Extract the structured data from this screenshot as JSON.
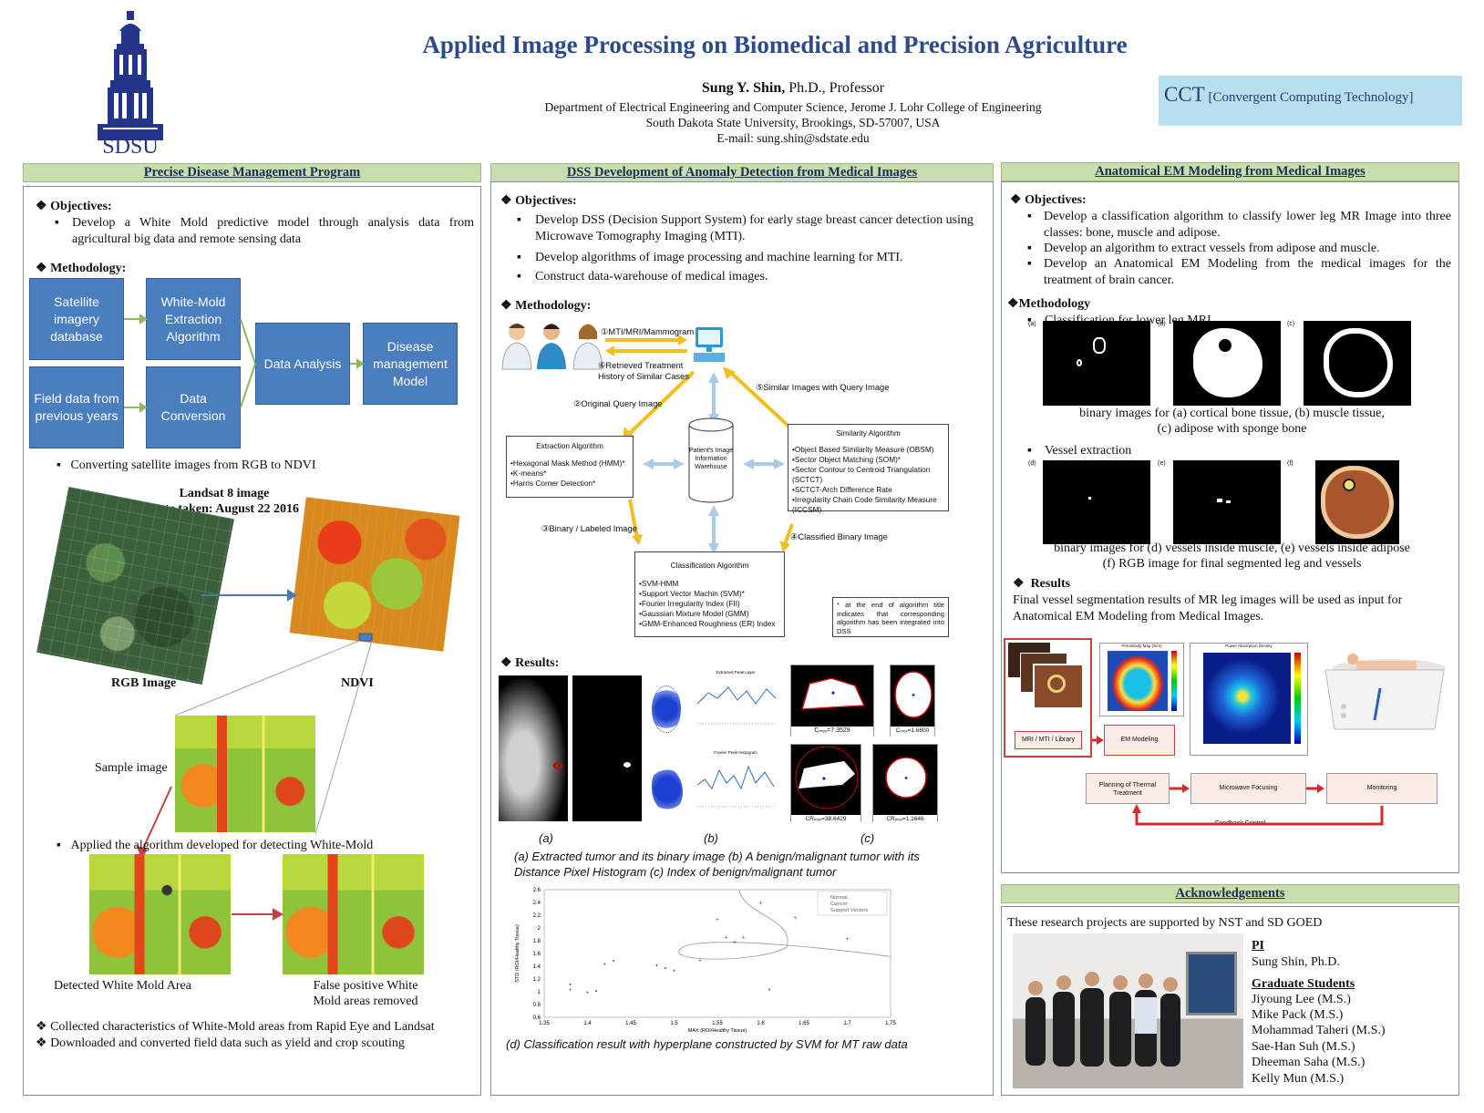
{
  "header": {
    "logo_text": "SDSU",
    "title": "Applied Image Processing on Biomedical and Precision Agriculture",
    "author_name": "Sung Y. Shin,",
    "author_rest": " Ph.D., Professor",
    "dept": "Department of Electrical Engineering and Computer Science, Jerome J. Lohr College of Engineering",
    "univ": "South Dakota State University, Brookings, SD-57007, USA",
    "email": "E-mail: sung.shin@sdstate.edu",
    "cct_short": "CCT",
    "cct_long": " [Convergent Computing Technology]"
  },
  "left": {
    "section_title": "Precise Disease Management Program",
    "obj_heading": "Objectives:",
    "obj_text": "Develop a White Mold predictive model through analysis data from agricultural big data and remote sensing data",
    "meth_heading": "Methodology:",
    "flow": {
      "satellite": "Satellite imagery database",
      "wm_extraction": "White-Mold Extraction Algorithm",
      "field_data": "Field data from previous years",
      "data_conversion": "Data Conversion",
      "data_analysis": "Data Analysis",
      "disease_model": "Disease management Model"
    },
    "bullet_ndvi": "Converting satellite images from RGB to NDVI",
    "landsat_line1": "Landsat 8 image",
    "landsat_line2": "Date taken: August 22 2016",
    "rgb_label": "RGB Image",
    "ndvi_label": "NDVI",
    "sample_label": "Sample image",
    "applied_bullet": "Applied the   algorithm developed for detecting White-Mold",
    "detected_label": "Detected White Mold Area",
    "false_label_1": "False positive White",
    "false_label_2": "Mold areas removed",
    "collected": "Collected characteristics of White-Mold areas from Rapid Eye and Landsat",
    "downloaded": "Downloaded and converted field data such as yield and crop scouting"
  },
  "middle": {
    "section_title": "DSS Development of Anomaly Detection from Medical Images",
    "obj_heading": "Objectives:",
    "obj_items": [
      "Develop DSS (Decision Support System) for early stage breast cancer detection using Microwave Tomography Imaging (MTI).",
      "Develop algorithms of image processing and machine learning for MTI.",
      "Construct data-warehouse of medical images."
    ],
    "meth_heading": "Methodology:",
    "arrow1": "①MTI/MRI/Mammogram",
    "arrow6a": "⑥Retrieved Treatment",
    "arrow6b": "History of Similar Cases",
    "arrow2": "②Original Query Image",
    "arrow5": "⑤Similar Images with Query Image",
    "arrow3": "③Binary / Labeled Image",
    "arrow4": "④Classified Binary Image",
    "extraction_title": "Extraction Algorithm",
    "extraction_items": [
      "•Hexagonal Mask Method (HMM)*",
      "•K-means*",
      "•Harris Corner Detection*"
    ],
    "warehouse": "Patient's Image Information Warehouse",
    "similarity_title": "Similarity Algorithm",
    "similarity_items": [
      "•Object Based Similarity Measure (OBSM)",
      "•Sector Object Matching (SOM)*",
      "•Sector Contour to Centroid Triangulation (SCTCT)",
      "•SCTCT-Arch Difference Rate",
      "•Irregularity Chain Code Similarity Measure (ICCSM)"
    ],
    "classification_title": "Classification Algorithm",
    "classification_items": [
      "•SVM-HMM",
      "•Support Vector Machin (SVM)*",
      "•Fourier Irregularity Index (FII)",
      "•Gaussian Mixture Model (GMM)",
      "•GMM-Enhanced Roughness (ER) Index"
    ],
    "note": "* at the end of algorithm title indicates that corresponding algorithm has been integrated into DSS",
    "results_heading": "Results:",
    "sub_a": "(a)",
    "sub_b": "(b)",
    "sub_c": "(c)",
    "caption1": "(a) Extracted tumor and its binary image (b) A benign/malignant tumor with its Distance Pixel Histogram (c) Index of benign/malignant tumor",
    "caption2": "(d) Classification result with hyperplane constructed by SVM for MT raw data",
    "mini_chart1_title": "Extracted Peak Layer",
    "mini_chart2_title": "Fourier Peak Histogram",
    "cidx1": "Cᵢₙₑₓ=7.3529",
    "cidx2": "Cᵢₙₑₓ=1.6800",
    "cidx3": "CRᵢₙₑₓ=38.6429",
    "cidx4": "CRᵢₙₑₓ=1.1646"
  },
  "chart_data": {
    "type": "scatter",
    "xlabel": "MAX (ROI/Healthy Tissue)",
    "ylabel": "STD (ROI/Healthy Tissue)",
    "xlim": [
      1.35,
      1.75
    ],
    "ylim": [
      0.6,
      2.6
    ],
    "xticks": [
      "1.35",
      "1.4",
      "1.45",
      "1.5",
      "1.55",
      "1.6",
      "1.65",
      "1.7",
      "1.75"
    ],
    "yticks": [
      "0.6",
      "0.8",
      "1",
      "1.2",
      "1.4",
      "1.6",
      "1.8",
      "2",
      "2.2",
      "2.4",
      "2.6"
    ],
    "legend": [
      "Normal",
      "Cancer",
      "Support Vectors"
    ],
    "series": [
      {
        "name": "Normal",
        "points": [
          [
            1.38,
            1.1
          ],
          [
            1.38,
            1.02
          ],
          [
            1.4,
            0.98
          ],
          [
            1.41,
            1.0
          ],
          [
            1.42,
            1.42
          ],
          [
            1.43,
            1.47
          ],
          [
            1.48,
            1.4
          ],
          [
            1.49,
            1.36
          ],
          [
            1.5,
            1.32
          ],
          [
            1.61,
            1.02
          ]
        ]
      },
      {
        "name": "Cancer",
        "points": [
          [
            1.53,
            1.48
          ],
          [
            1.55,
            2.12
          ],
          [
            1.56,
            1.84
          ],
          [
            1.57,
            1.77
          ],
          [
            1.58,
            1.84
          ],
          [
            1.6,
            2.38
          ],
          [
            1.64,
            2.15
          ],
          [
            1.7,
            1.82
          ]
        ]
      }
    ]
  },
  "right": {
    "section_title": "Anatomical EM Modeling from Medical Images",
    "obj_heading": "Objectives:",
    "obj_items": [
      "Develop a classification algorithm to classify lower leg MR Image into three classes: bone, muscle and adipose.",
      "Develop an algorithm to extract vessels from adipose and muscle.",
      "Develop an Anatomical EM Modeling from the medical images for the treatment of brain cancer."
    ],
    "meth_heading": "Methodology",
    "class_bullet": "Classification for lower leg MRI",
    "tags1": [
      "(a)",
      "(b)",
      "(c)"
    ],
    "caption_1a": "binary images for (a) cortical bone tissue, (b) muscle tissue,",
    "caption_1b": "(c) adipose with sponge bone",
    "vessel_bullet": "Vessel extraction",
    "tags2": [
      "(d)",
      "(e)",
      "(f)"
    ],
    "caption_2a": "binary images for (d) vessels inside muscle, (e) vessels inside adipose",
    "caption_2b": "(f) RGB image for final segmented leg and vessels",
    "results_heading": "Results",
    "results_text": "Final vessel segmentation results of MR leg images will be used as input for Anatomical EM Modeling from Medical Images.",
    "flow_library": "MRI / MTI / Library",
    "flow_em": "EM Modeling",
    "flow_planning": "Planning of Thermal Treatment",
    "flow_focusing": "Microwave Focusing",
    "flow_monitoring": "Monitoring",
    "flow_feedback": "Feedback Control",
    "heatmap1_title": "Permittivity Map (S/m)",
    "heatmap2_title": "Power Absorption Density"
  },
  "ack": {
    "section_title": "Acknowledgements",
    "text": "These research projects are supported by NST and SD GOED",
    "pi_heading": "PI",
    "pi_name": "Sung Shin, Ph.D.",
    "grad_heading": "Graduate Students",
    "students": [
      "Jiyoung Lee (M.S.)",
      "Mike Pack (M.S.)",
      "Mohammad Taheri (M.S.)",
      "Sae-Han Suh (M.S.)",
      "Dheeman Saha (M.S.)",
      "Kelly Mun (M.S.)"
    ]
  }
}
